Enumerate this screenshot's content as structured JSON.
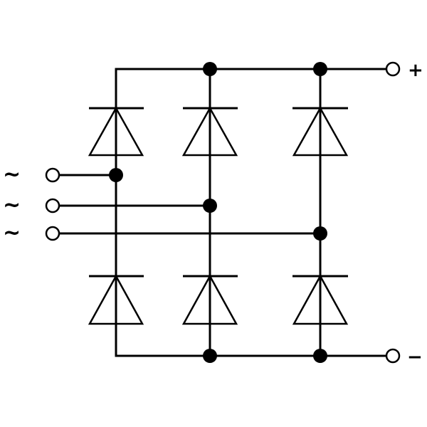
{
  "diagram": {
    "title": "",
    "positive_terminal_label": "+",
    "negative_terminal_label": "−",
    "ac_input_labels": [
      "~",
      "~",
      "~"
    ],
    "component_count": {
      "diodes": 6,
      "junction_nodes": 7,
      "terminals": 5
    },
    "line_color": "#000000",
    "background_color": "#ffffff"
  }
}
